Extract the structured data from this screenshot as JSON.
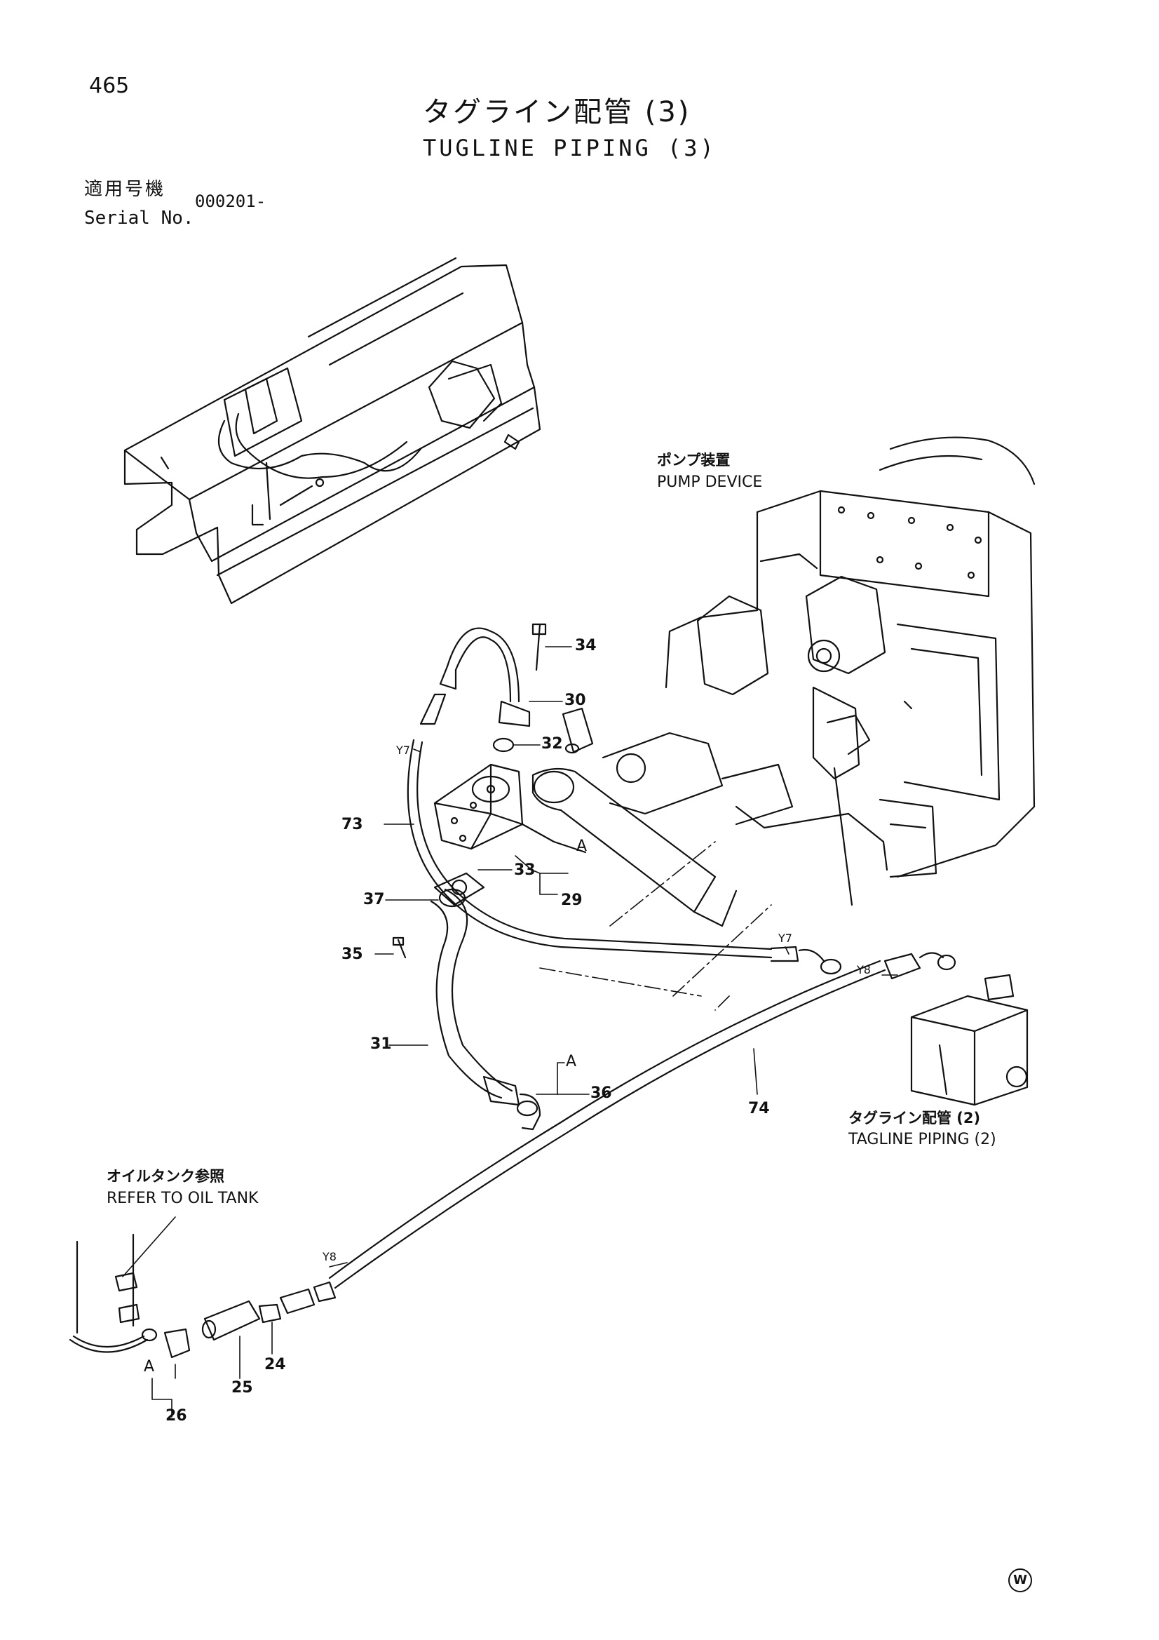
{
  "page_number": "465",
  "title_jp": "タグライン配管 (3)",
  "title_en": "TUGLINE PIPING (3)",
  "serial": {
    "label_jp": "適用号機",
    "label_en": "Serial No.",
    "value": "000201-"
  },
  "notes": {
    "pump_jp": "ポンプ装置",
    "pump_en": "PUMP DEVICE",
    "tagline_jp": "タグライン配管 (2)",
    "tagline_en": "TAGLINE PIPING (2)",
    "oil_jp": "オイルタンク参照",
    "oil_en": "REFER TO OIL TANK"
  },
  "parts": [
    "34",
    "30",
    "32",
    "73",
    "33",
    "29",
    "37",
    "35",
    "31",
    "36",
    "74",
    "26",
    "25",
    "24"
  ],
  "hose_marks": [
    "Y7",
    "Y7",
    "Y8",
    "Y8"
  ],
  "section_marks": [
    "A",
    "A",
    "A"
  ],
  "corner_mark": "W"
}
